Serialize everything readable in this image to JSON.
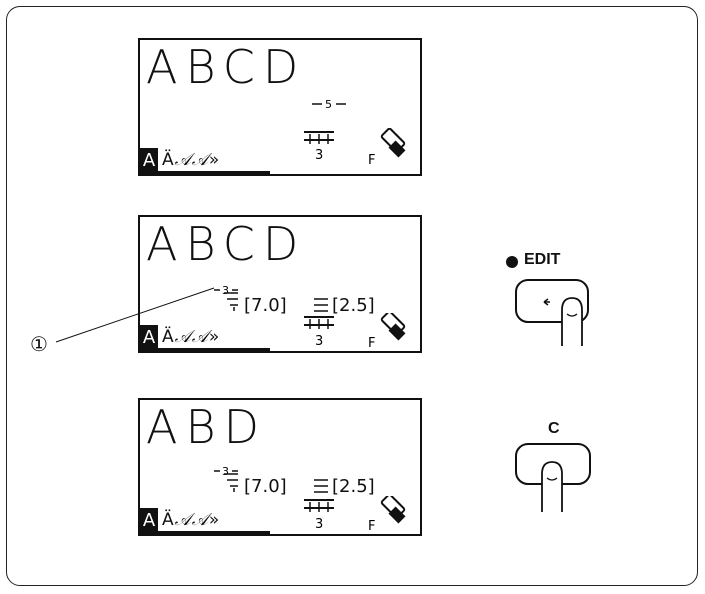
{
  "panel1": {
    "text": "ABCD",
    "cursor_label": "5",
    "modes": {
      "active": "A",
      "rest": "ÄAA»"
    },
    "stitch_count": "3",
    "foot_label": "F"
  },
  "panel2": {
    "text": "ABCD",
    "cursor_label": "3",
    "width_value": "[7.0]",
    "length_value": "[2.5]",
    "modes": {
      "active": "A",
      "rest": "ÄAA»"
    },
    "stitch_count": "3",
    "foot_label": "F"
  },
  "panel3": {
    "text": "ABD",
    "cursor_label": "3",
    "width_value": "[7.0]",
    "length_value": "[2.5]",
    "modes": {
      "active": "A",
      "rest": "ÄAA»"
    },
    "stitch_count": "3",
    "foot_label": "F"
  },
  "edit_button": {
    "label": "EDIT"
  },
  "clear_button": {
    "label": "C"
  },
  "callout": {
    "number": "①"
  }
}
